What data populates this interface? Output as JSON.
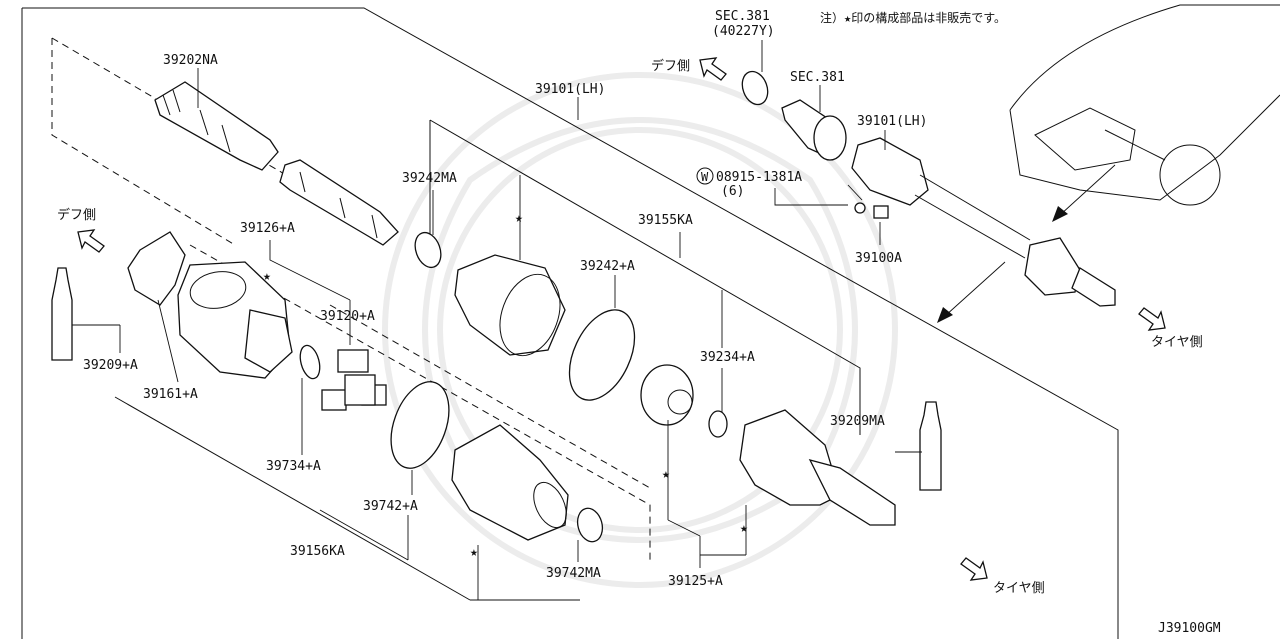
{
  "header": {
    "note": "注）★印の構成部品は非販売です。",
    "footer_code": "J39100GM"
  },
  "labels": {
    "p39202NA": "39202NA",
    "p39126": "39126+A",
    "p39209": "39209+A",
    "p39161": "39161+A",
    "p39120": "39120+A",
    "p39734": "39734+A",
    "p39742": "39742+A",
    "p39156KA": "39156KA",
    "p39742MA": "39742MA",
    "p39242MA": "39242MA",
    "p39101_main": "39101(LH)",
    "p39155KA": "39155KA",
    "p39242": "39242+A",
    "p39234": "39234+A",
    "p39209MA": "39209MA",
    "p39125": "39125+A",
    "sec381_a": "SEC.381",
    "sec381_a_sub": "(40227Y)",
    "sec381_b": "SEC.381",
    "p39101_top": "39101(LH)",
    "bolt_code": "08915-1381A",
    "bolt_qty": "(6)",
    "bolt_prefix": "W",
    "p39100A": "39100A",
    "diff_side_left": "デフ側",
    "diff_side_top": "デフ側",
    "tire_side_right": "タイヤ側",
    "tire_side_bottom": "タイヤ側"
  },
  "colors": {
    "ink": "#111111",
    "background": "#ffffff",
    "watermark": "#ececec"
  },
  "icons": [
    "arrow-up-left-icon",
    "arrow-down-right-icon",
    "star-icon"
  ]
}
